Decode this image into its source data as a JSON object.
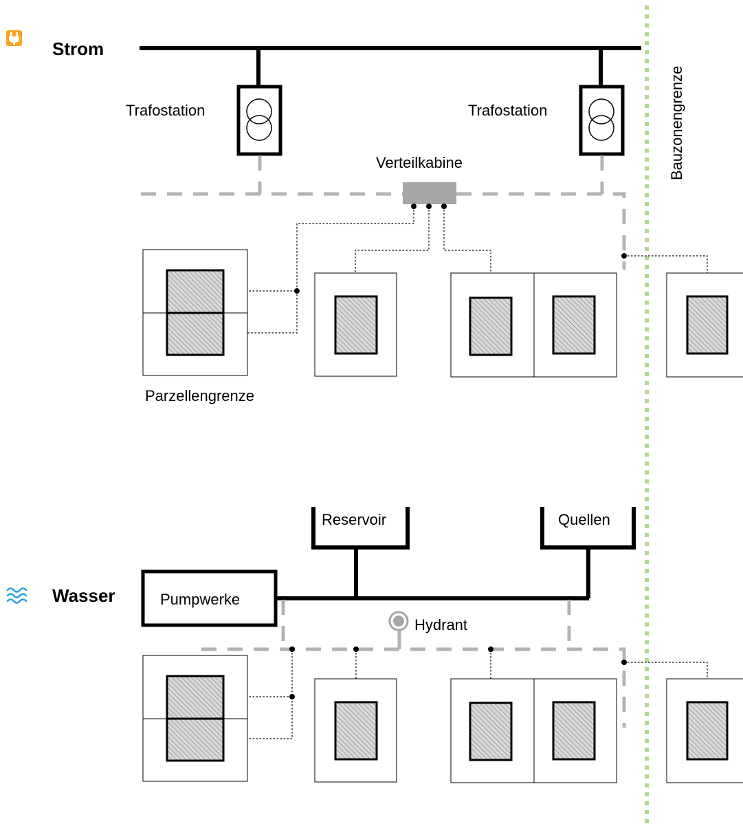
{
  "sections": {
    "strom": {
      "title": "Strom",
      "icon": "power-plug-icon",
      "icon_color": "#f5a623"
    },
    "wasser": {
      "title": "Wasser",
      "icon": "water-waves-icon",
      "icon_color": "#2aa3e0"
    }
  },
  "labels": {
    "trafostation_1": "Trafostation",
    "trafostation_2": "Trafostation",
    "verteilkabine": "Verteilkabine",
    "bauzonengrenze": "Bauzonengrenze",
    "parzellengrenze": "Parzellengrenze",
    "reservoir": "Reservoir",
    "quellen": "Quellen",
    "pumpwerke": "Pumpwerke",
    "hydrant": "Hydrant"
  },
  "colors": {
    "main_line": "#000000",
    "distribution_line": "#b3b3b3",
    "zone_boundary": "#b5d98a",
    "cabinet": "#a6a6a6",
    "hydrant": "#a6a6a6"
  }
}
